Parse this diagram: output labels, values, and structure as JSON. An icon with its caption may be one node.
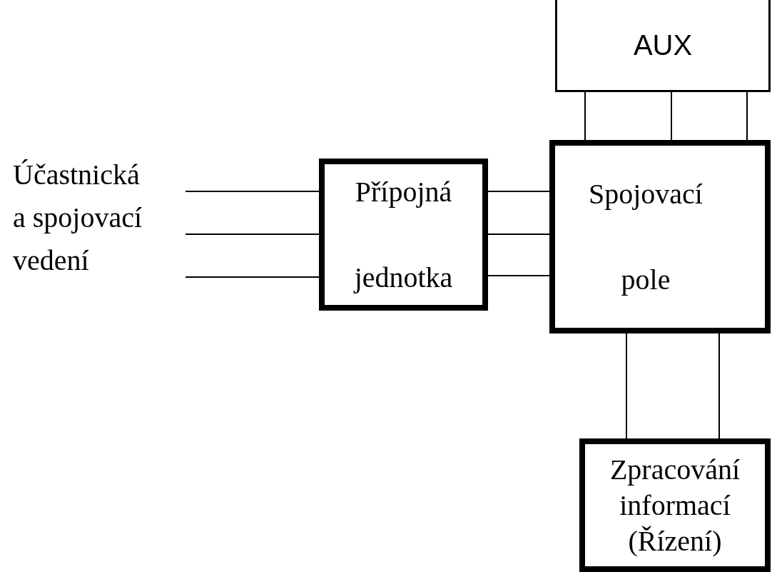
{
  "diagram": {
    "nodes": [
      {
        "text": [
          "Účastnická a spojovací vedení"
        ]
      },
      {
        "text": [
          "Přípojná jednotka"
        ]
      },
      {
        "text": [
          "Spojovací pole"
        ]
      },
      {
        "text": [
          "AUX"
        ]
      },
      {
        "text": [
          "Zpracování informací (Řízení)"
        ]
      }
    ],
    "edges": [
      {
        "from": 0,
        "to": 1,
        "arrow": "none"
      },
      {
        "from": 0,
        "to": 1,
        "arrow": "none"
      },
      {
        "from": 0,
        "to": 1,
        "arrow": "none"
      },
      {
        "from": 1,
        "to": 2,
        "arrow": "none"
      },
      {
        "from": 1,
        "to": 2,
        "arrow": "none"
      },
      {
        "from": 1,
        "to": 2,
        "arrow": "none"
      },
      {
        "from": 3,
        "to": 2,
        "arrow": "none"
      },
      {
        "from": 3,
        "to": 2,
        "arrow": "none"
      },
      {
        "from": 3,
        "to": 2,
        "arrow": "none"
      },
      {
        "from": 2,
        "to": 4,
        "arrow": "none"
      },
      {
        "from": 2,
        "to": 4,
        "arrow": "none"
      }
    ]
  }
}
